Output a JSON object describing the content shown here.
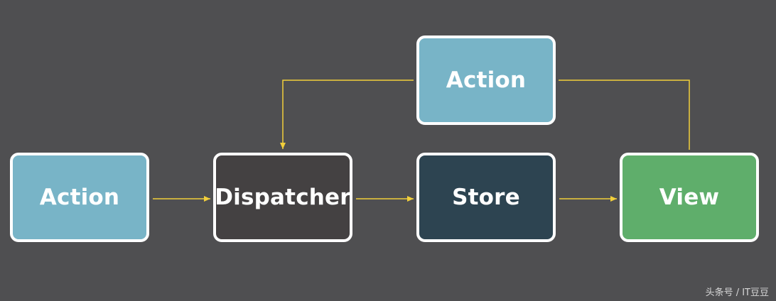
{
  "diagram": {
    "nodes": {
      "action_left": "Action",
      "dispatcher": "Dispatcher",
      "store": "Store",
      "view": "View",
      "action_top": "Action"
    },
    "colors": {
      "background": "#4f4f51",
      "action": "#78b4c7",
      "dispatcher": "#444142",
      "store": "#2d4451",
      "view": "#5fae6b",
      "border": "#ffffff",
      "arrow": "#f2cf3b"
    }
  },
  "watermark": "头条号 / IT豆豆"
}
